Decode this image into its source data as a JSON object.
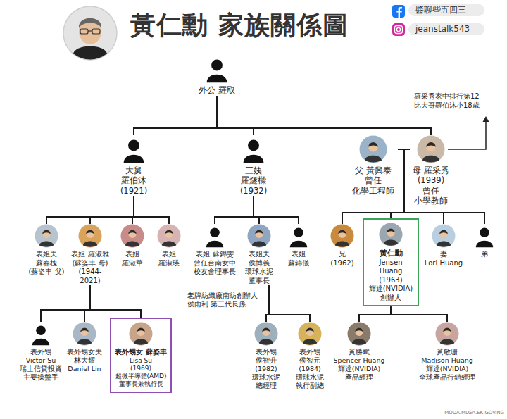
{
  "diagram": {
    "title": "黃仁勳 家族關係圖",
    "nodes": [
      {
        "text": [
          "外公 羅取"
        ]
      },
      {
        "text": [
          "大舅 羅伯沐",
          "(1921)"
        ]
      },
      {
        "text": [
          "三姨 羅燧樑",
          "(1932)"
        ]
      },
      {
        "text": [
          "父 黃興泰",
          "曾任 化學工程師"
        ]
      },
      {
        "text": [
          "母 羅采秀",
          "(1939)",
          "曾任 小學教師"
        ]
      },
      {
        "text": [
          "表姐夫 蘇春槐",
          "(蘇姿丰 父)"
        ]
      },
      {
        "text": [
          "表姐 羅淑雅",
          "(蘇姿丰 母)",
          "(1944-2021)"
        ]
      },
      {
        "text": [
          "表姐 羅淑華"
        ]
      },
      {
        "text": [
          "表姐 羅淑瑛"
        ]
      },
      {
        "text": [
          "表姐 蘇錦雯",
          "曾任台南女中 校友會理事長"
        ]
      },
      {
        "text": [
          "表姐夫 侯博義",
          "環球水泥 董事長"
        ]
      },
      {
        "text": [
          "表姐 蘇錦儀"
        ]
      },
      {
        "text": [
          "兄",
          "(1962)"
        ]
      },
      {
        "text": [
          "黃仁勳",
          "Jensen Huang",
          "(1963)",
          "輝達(NVIDIA) 創辦人"
        ]
      },
      {
        "text": [
          "妻",
          "Lori Huang"
        ]
      },
      {
        "text": [
          "弟"
        ]
      },
      {
        "text": [
          "表外甥",
          "Victor Su",
          "瑞士信貸投資 主要操盤手"
        ]
      },
      {
        "text": [
          "表外甥女夫 林大耀",
          "Daniel Lin"
        ]
      },
      {
        "text": [
          "表外甥女 蘇姿丰",
          "Lisa Su",
          "(1969)",
          "超微半導體(AMD) 董事長兼執行長"
        ]
      },
      {
        "text": [
          "表外甥 侯智升",
          "(1982)",
          "環球水泥 總經理"
        ]
      },
      {
        "text": [
          "表外甥 侯智元",
          "(1984)",
          "環球水泥 執行副總"
        ]
      },
      {
        "text": [
          "黃勝斌",
          "Spencer Huang",
          "輝達(NVIDIA) 產品經理"
        ]
      },
      {
        "text": [
          "黃敏珊",
          "Madison Huang",
          "輝達(NVIDIA) 全球產品行銷經理"
        ]
      }
    ],
    "edges": [
      {
        "from": 0,
        "to": 1,
        "arrow": "none"
      },
      {
        "from": 0,
        "to": 2,
        "arrow": "none"
      },
      {
        "from": 0,
        "to": 4,
        "arrow": "none"
      },
      {
        "from": 3,
        "to": 4,
        "arrow": "none"
      },
      {
        "from": 1,
        "to": 5,
        "arrow": "none"
      },
      {
        "from": 1,
        "to": 6,
        "arrow": "none"
      },
      {
        "from": 1,
        "to": 7,
        "arrow": "none"
      },
      {
        "from": 1,
        "to": 8,
        "arrow": "none"
      },
      {
        "from": 2,
        "to": 9,
        "arrow": "none"
      },
      {
        "from": 2,
        "to": 10,
        "arrow": "none"
      },
      {
        "from": 2,
        "to": 11,
        "arrow": "none"
      },
      {
        "from": 4,
        "to": 12,
        "arrow": "none"
      },
      {
        "from": 4,
        "to": 13,
        "arrow": "none"
      },
      {
        "from": 4,
        "to": 14,
        "arrow": "none"
      },
      {
        "from": 4,
        "to": 15,
        "arrow": "none"
      },
      {
        "from": 6,
        "to": 16,
        "arrow": "none"
      },
      {
        "from": 6,
        "to": 17,
        "arrow": "none"
      },
      {
        "from": 6,
        "to": 18,
        "arrow": "none"
      },
      {
        "from": 10,
        "to": 19,
        "arrow": "none"
      },
      {
        "from": 10,
        "to": 20,
        "arrow": "none"
      },
      {
        "from": 13,
        "to": 21,
        "arrow": "none"
      },
      {
        "from": 13,
        "to": 22,
        "arrow": "none"
      }
    ],
    "labels": [
      "醬聊些五四三",
      "jeanstalk543",
      "羅采秀家中排行第12 比大哥羅伯沐小18歲",
      "老牌紡織廠南紡創辦人 侯雨利 第三代長孫",
      "MODA.MLGA.EK.GOV.NG"
    ]
  }
}
